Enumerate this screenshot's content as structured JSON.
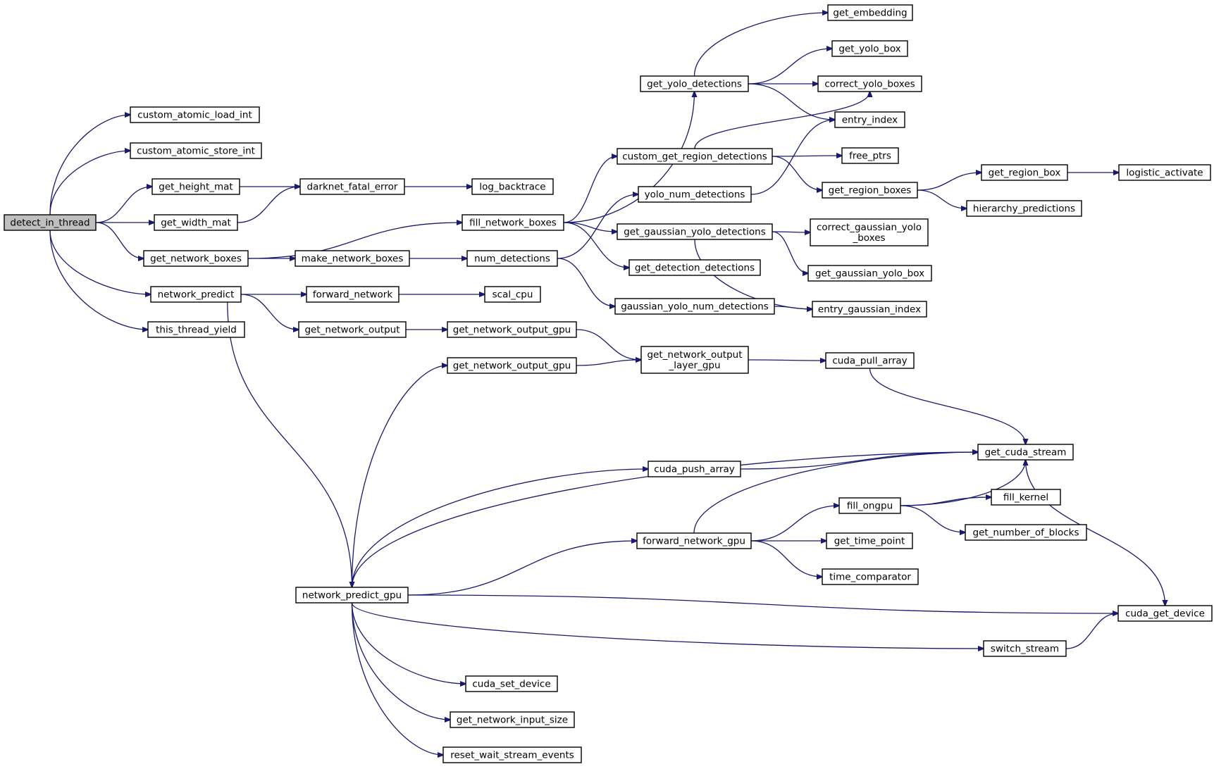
{
  "nodes": [
    {
      "id": "detect_in_thread",
      "lines": [
        "detect_in_thread"
      ],
      "root": true
    },
    {
      "id": "custom_atomic_load_int",
      "lines": [
        "custom_atomic_load_int"
      ]
    },
    {
      "id": "custom_atomic_store_int",
      "lines": [
        "custom_atomic_store_int"
      ]
    },
    {
      "id": "get_height_mat",
      "lines": [
        "get_height_mat"
      ]
    },
    {
      "id": "get_width_mat",
      "lines": [
        "get_width_mat"
      ]
    },
    {
      "id": "get_network_boxes",
      "lines": [
        "get_network_boxes"
      ]
    },
    {
      "id": "network_predict",
      "lines": [
        "network_predict"
      ]
    },
    {
      "id": "this_thread_yield",
      "lines": [
        "this_thread_yield"
      ]
    },
    {
      "id": "darknet_fatal_error",
      "lines": [
        "darknet_fatal_error"
      ]
    },
    {
      "id": "log_backtrace",
      "lines": [
        "log_backtrace"
      ]
    },
    {
      "id": "fill_network_boxes",
      "lines": [
        "fill_network_boxes"
      ]
    },
    {
      "id": "make_network_boxes",
      "lines": [
        "make_network_boxes"
      ]
    },
    {
      "id": "num_detections",
      "lines": [
        "num_detections"
      ]
    },
    {
      "id": "forward_network",
      "lines": [
        "forward_network"
      ]
    },
    {
      "id": "scal_cpu",
      "lines": [
        "scal_cpu"
      ]
    },
    {
      "id": "get_network_output",
      "lines": [
        "get_network_output"
      ]
    },
    {
      "id": "get_network_output_gpu_a",
      "lines": [
        "get_network_output_gpu"
      ]
    },
    {
      "id": "get_network_output_gpu_b",
      "lines": [
        "get_network_output_gpu"
      ]
    },
    {
      "id": "get_network_output_layer_gpu",
      "lines": [
        "get_network_output",
        "_layer_gpu"
      ]
    },
    {
      "id": "cuda_pull_array",
      "lines": [
        "cuda_pull_array"
      ]
    },
    {
      "id": "get_yolo_detections",
      "lines": [
        "get_yolo_detections"
      ]
    },
    {
      "id": "custom_get_region_detections",
      "lines": [
        "custom_get_region_detections"
      ]
    },
    {
      "id": "yolo_num_detections",
      "lines": [
        "yolo_num_detections"
      ]
    },
    {
      "id": "get_gaussian_yolo_detections",
      "lines": [
        "get_gaussian_yolo_detections"
      ]
    },
    {
      "id": "get_detection_detections",
      "lines": [
        "get_detection_detections"
      ]
    },
    {
      "id": "gaussian_yolo_num_detections",
      "lines": [
        "gaussian_yolo_num_detections"
      ]
    },
    {
      "id": "get_embedding",
      "lines": [
        "get_embedding"
      ]
    },
    {
      "id": "get_yolo_box",
      "lines": [
        "get_yolo_box"
      ]
    },
    {
      "id": "correct_yolo_boxes",
      "lines": [
        "correct_yolo_boxes"
      ]
    },
    {
      "id": "entry_index",
      "lines": [
        "entry_index"
      ]
    },
    {
      "id": "free_ptrs",
      "lines": [
        "free_ptrs"
      ]
    },
    {
      "id": "get_region_boxes",
      "lines": [
        "get_region_boxes"
      ]
    },
    {
      "id": "correct_gaussian_yolo_boxes",
      "lines": [
        "correct_gaussian_yolo",
        "_boxes"
      ]
    },
    {
      "id": "get_gaussian_yolo_box",
      "lines": [
        "get_gaussian_yolo_box"
      ]
    },
    {
      "id": "entry_gaussian_index",
      "lines": [
        "entry_gaussian_index"
      ]
    },
    {
      "id": "get_region_box",
      "lines": [
        "get_region_box"
      ]
    },
    {
      "id": "hierarchy_predictions",
      "lines": [
        "hierarchy_predictions"
      ]
    },
    {
      "id": "logistic_activate",
      "lines": [
        "logistic_activate"
      ]
    },
    {
      "id": "network_predict_gpu",
      "lines": [
        "network_predict_gpu"
      ]
    },
    {
      "id": "cuda_push_array",
      "lines": [
        "cuda_push_array"
      ]
    },
    {
      "id": "forward_network_gpu",
      "lines": [
        "forward_network_gpu"
      ]
    },
    {
      "id": "get_cuda_stream",
      "lines": [
        "get_cuda_stream"
      ]
    },
    {
      "id": "fill_ongpu",
      "lines": [
        "fill_ongpu"
      ]
    },
    {
      "id": "get_time_point",
      "lines": [
        "get_time_point"
      ]
    },
    {
      "id": "time_comparator",
      "lines": [
        "time_comparator"
      ]
    },
    {
      "id": "fill_kernel",
      "lines": [
        "fill_kernel"
      ]
    },
    {
      "id": "get_number_of_blocks",
      "lines": [
        "get_number_of_blocks"
      ]
    },
    {
      "id": "cuda_get_device",
      "lines": [
        "cuda_get_device"
      ]
    },
    {
      "id": "switch_stream",
      "lines": [
        "switch_stream"
      ]
    },
    {
      "id": "cuda_set_device",
      "lines": [
        "cuda_set_device"
      ]
    },
    {
      "id": "get_network_input_size",
      "lines": [
        "get_network_input_size"
      ]
    },
    {
      "id": "reset_wait_stream_events",
      "lines": [
        "reset_wait_stream_events"
      ]
    }
  ],
  "edges": [
    [
      "detect_in_thread",
      "custom_atomic_load_int"
    ],
    [
      "detect_in_thread",
      "custom_atomic_store_int"
    ],
    [
      "detect_in_thread",
      "get_height_mat"
    ],
    [
      "detect_in_thread",
      "get_width_mat"
    ],
    [
      "detect_in_thread",
      "get_network_boxes"
    ],
    [
      "detect_in_thread",
      "network_predict"
    ],
    [
      "detect_in_thread",
      "this_thread_yield"
    ],
    [
      "get_height_mat",
      "darknet_fatal_error"
    ],
    [
      "get_width_mat",
      "darknet_fatal_error"
    ],
    [
      "darknet_fatal_error",
      "log_backtrace"
    ],
    [
      "get_network_boxes",
      "fill_network_boxes"
    ],
    [
      "get_network_boxes",
      "make_network_boxes"
    ],
    [
      "make_network_boxes",
      "num_detections"
    ],
    [
      "network_predict",
      "forward_network"
    ],
    [
      "network_predict",
      "get_network_output"
    ],
    [
      "network_predict",
      "network_predict_gpu"
    ],
    [
      "forward_network",
      "scal_cpu"
    ],
    [
      "get_network_output",
      "get_network_output_gpu_a"
    ],
    [
      "get_network_output_gpu_a",
      "get_network_output_layer_gpu"
    ],
    [
      "get_network_output_gpu_b",
      "get_network_output_layer_gpu"
    ],
    [
      "get_network_output_layer_gpu",
      "cuda_pull_array"
    ],
    [
      "cuda_pull_array",
      "get_cuda_stream"
    ],
    [
      "fill_network_boxes",
      "get_yolo_detections"
    ],
    [
      "fill_network_boxes",
      "custom_get_region_detections"
    ],
    [
      "fill_network_boxes",
      "get_gaussian_yolo_detections"
    ],
    [
      "fill_network_boxes",
      "get_detection_detections"
    ],
    [
      "num_detections",
      "yolo_num_detections"
    ],
    [
      "num_detections",
      "gaussian_yolo_num_detections"
    ],
    [
      "get_yolo_detections",
      "get_embedding"
    ],
    [
      "get_yolo_detections",
      "get_yolo_box"
    ],
    [
      "get_yolo_detections",
      "correct_yolo_boxes"
    ],
    [
      "get_yolo_detections",
      "entry_index"
    ],
    [
      "custom_get_region_detections",
      "correct_yolo_boxes"
    ],
    [
      "custom_get_region_detections",
      "free_ptrs"
    ],
    [
      "custom_get_region_detections",
      "get_region_boxes"
    ],
    [
      "yolo_num_detections",
      "entry_index"
    ],
    [
      "get_gaussian_yolo_detections",
      "correct_gaussian_yolo_boxes"
    ],
    [
      "get_gaussian_yolo_detections",
      "get_gaussian_yolo_box"
    ],
    [
      "get_gaussian_yolo_detections",
      "entry_gaussian_index"
    ],
    [
      "gaussian_yolo_num_detections",
      "entry_gaussian_index"
    ],
    [
      "get_region_boxes",
      "get_region_box"
    ],
    [
      "get_region_boxes",
      "hierarchy_predictions"
    ],
    [
      "get_region_box",
      "logistic_activate"
    ],
    [
      "network_predict_gpu",
      "get_network_output_gpu_b"
    ],
    [
      "network_predict_gpu",
      "get_cuda_stream"
    ],
    [
      "network_predict_gpu",
      "cuda_push_array"
    ],
    [
      "network_predict_gpu",
      "forward_network_gpu"
    ],
    [
      "network_predict_gpu",
      "cuda_get_device"
    ],
    [
      "network_predict_gpu",
      "switch_stream"
    ],
    [
      "network_predict_gpu",
      "cuda_set_device"
    ],
    [
      "network_predict_gpu",
      "get_network_input_size"
    ],
    [
      "network_predict_gpu",
      "reset_wait_stream_events"
    ],
    [
      "cuda_push_array",
      "get_cuda_stream"
    ],
    [
      "forward_network_gpu",
      "get_cuda_stream"
    ],
    [
      "forward_network_gpu",
      "fill_ongpu"
    ],
    [
      "forward_network_gpu",
      "get_time_point"
    ],
    [
      "forward_network_gpu",
      "time_comparator"
    ],
    [
      "fill_ongpu",
      "get_cuda_stream"
    ],
    [
      "fill_ongpu",
      "fill_kernel"
    ],
    [
      "fill_ongpu",
      "get_number_of_blocks"
    ],
    [
      "get_cuda_stream",
      "cuda_get_device"
    ],
    [
      "switch_stream",
      "cuda_get_device"
    ]
  ]
}
